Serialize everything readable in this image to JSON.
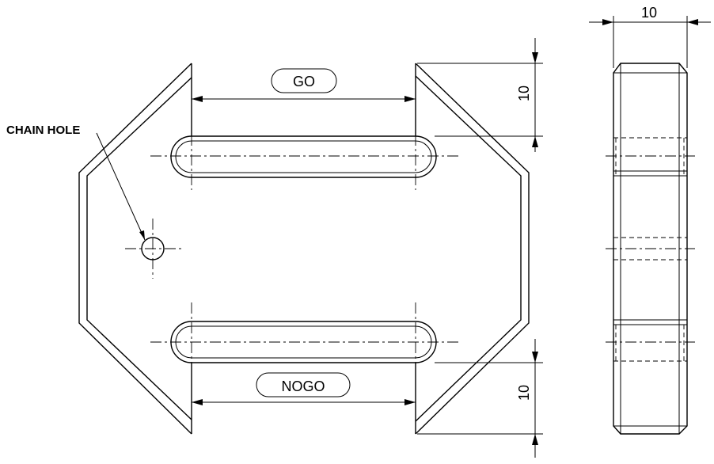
{
  "labels": {
    "chain_hole": "CHAIN HOLE",
    "go": "GO",
    "nogo": "NOGO",
    "dim_go_height": "10",
    "dim_nogo_height": "10",
    "dim_thickness": "10"
  }
}
